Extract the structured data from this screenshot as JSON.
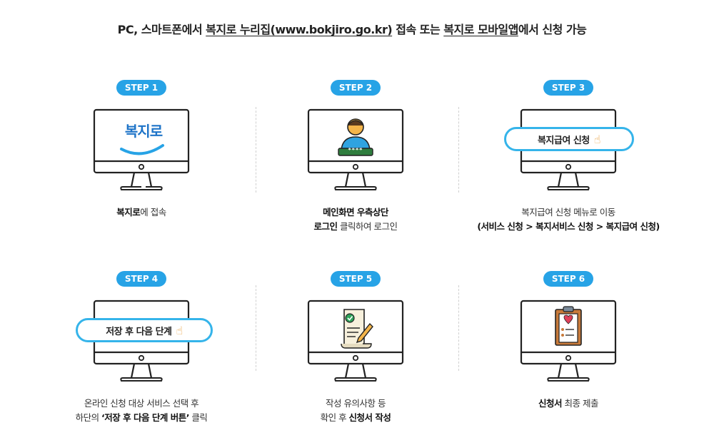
{
  "header": {
    "p1": "PC, 스마트폰에서 ",
    "u1": "복지로 누리집(www.bokjiro.go.kr)",
    "p2": " 접속 또는 ",
    "u2": "복지로 모바일앱",
    "p3": "에서 신청 가능"
  },
  "steps": [
    {
      "badge": "STEP 1",
      "logo": "복지로",
      "cap1_b": "복지로",
      "cap1": "에 접속"
    },
    {
      "badge": "STEP 2",
      "password": "****",
      "cap1_b": "메인화면 우측상단",
      "cap2_b": "로그인",
      "cap2": " 클릭하여 로그인"
    },
    {
      "badge": "STEP 3",
      "pill": "복지급여 신청",
      "cap1": "복지급여 신청 메뉴로 이동",
      "cap2_b": "(서비스 신청 > 복지서비스 신청 > 복지급여 신청)"
    },
    {
      "badge": "STEP 4",
      "pill": "저장 후 다음 단계",
      "cap1": "온라인 신청 대상 서비스 선택 후",
      "cap2_a": "하단의 ",
      "cap2_b": "‘저장 후 다음 단계 버튼’",
      "cap2": " 클릭"
    },
    {
      "badge": "STEP 5",
      "cap1": "작성 유의사항 등",
      "cap2_a": "확인 후 ",
      "cap2_b": "신청서 작성"
    },
    {
      "badge": "STEP 6",
      "cap1_b": "신청서",
      "cap1": " 최종 제출"
    }
  ],
  "colors": {
    "accent": "#27a3e6",
    "pill_border": "#35b4ea",
    "logo_blue": "#1e74c8",
    "avatar_orange": "#f4b54a",
    "field_green": "#2f7d3e"
  }
}
